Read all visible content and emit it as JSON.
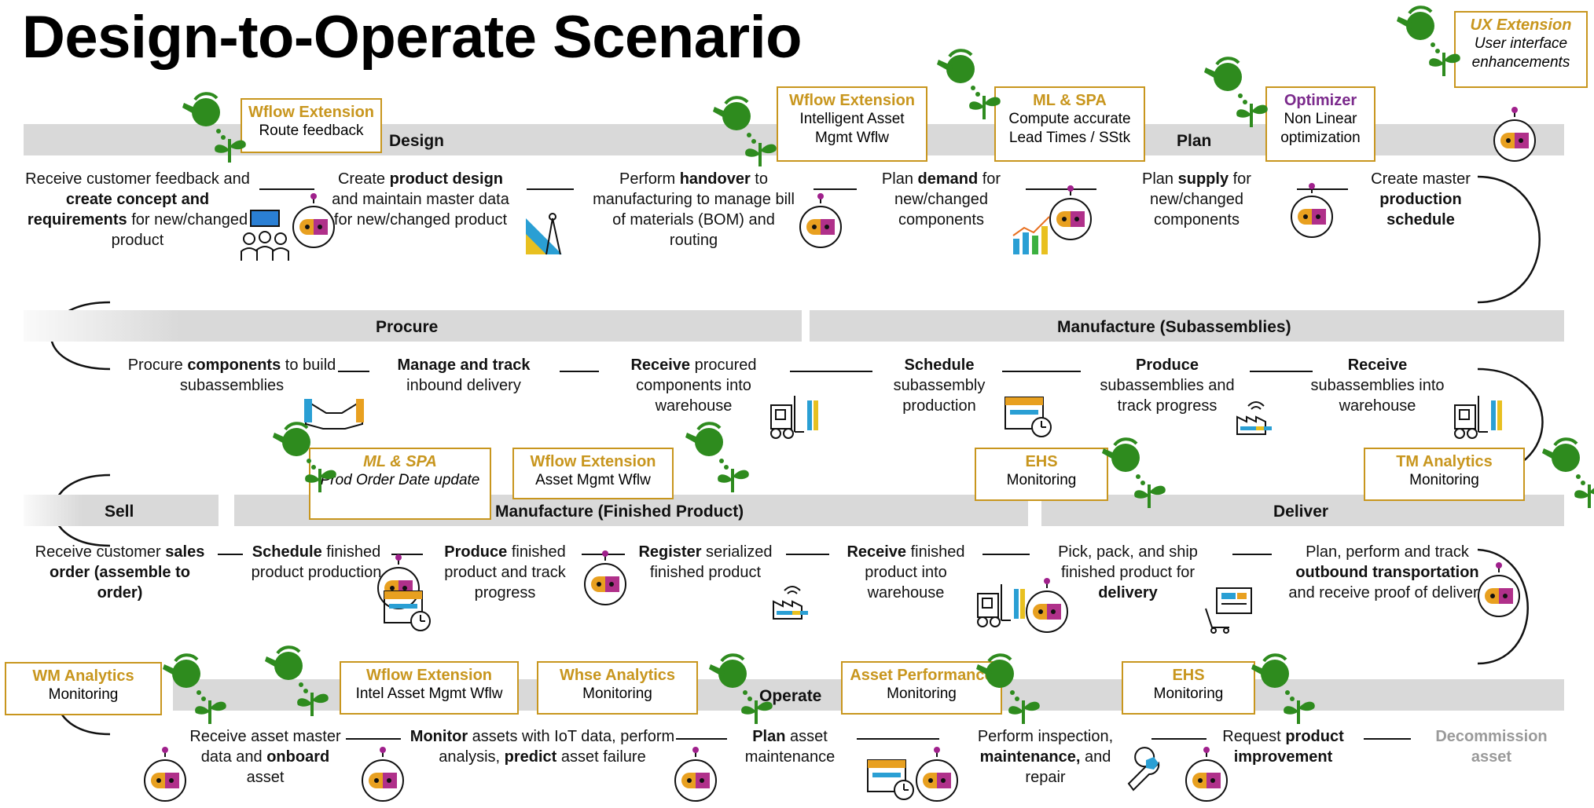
{
  "title": "Design-to-Operate Scenario",
  "bands": {
    "design": "Design",
    "plan": "Plan",
    "procure": "Procure",
    "manufacture_sub": "Manufacture (Subassemblies)",
    "sell": "Sell",
    "manufacture_fin": "Manufacture (Finished Product)",
    "deliver": "Deliver",
    "operate": "Operate"
  },
  "extensions": [
    {
      "head": "Wflow Extension",
      "desc": "Route  feedback"
    },
    {
      "head": "Wflow Extension",
      "desc": "Intelligent Asset Mgmt Wflw"
    },
    {
      "head": "ML & SPA",
      "desc": "Compute accurate Lead Times / SStk"
    },
    {
      "head": "Optimizer",
      "desc": "Non Linear optimization"
    },
    {
      "head": "UX Extension",
      "desc": "User interface enhancements"
    },
    {
      "head": "ML & SPA",
      "desc": "Prod Order Date update"
    },
    {
      "head": "Wflow Extension",
      "desc": "Asset Mgmt Wflw"
    },
    {
      "head": "EHS",
      "desc": "Monitoring"
    },
    {
      "head": "TM Analytics",
      "desc": "Monitoring"
    },
    {
      "head": "WM Analytics",
      "desc": "Monitoring"
    },
    {
      "head": "Wflow Extension",
      "desc": "Intel Asset Mgmt Wflw"
    },
    {
      "head": "Whse Analytics",
      "desc": "Monitoring"
    },
    {
      "head": "Asset Performance",
      "desc": "Monitoring"
    },
    {
      "head": "EHS",
      "desc": "Monitoring"
    }
  ],
  "steps": {
    "r1": [
      [
        "Receive customer feedback and ",
        "create concept and requirements",
        " for new/changed product"
      ],
      [
        "Create ",
        "product design",
        " and maintain master data for new/changed product"
      ],
      [
        "Perform ",
        "handover",
        " to manufacturing to manage bill of materials (BOM) and routing"
      ],
      [
        "Plan ",
        "demand",
        " for new/changed components"
      ],
      [
        "Plan ",
        "supply",
        " for new/changed components"
      ],
      [
        "Create master ",
        "production schedule",
        ""
      ]
    ],
    "r2": [
      [
        "Procure ",
        "components",
        " to build subassemblies"
      ],
      [
        "",
        "Manage and track",
        " inbound delivery"
      ],
      [
        "",
        "Receive",
        " procured components into warehouse"
      ],
      [
        "",
        "Schedule",
        " subassembly production"
      ],
      [
        "",
        "Produce",
        " subassemblies and track progress"
      ],
      [
        "",
        "Receive",
        " subassemblies into warehouse"
      ]
    ],
    "r3": [
      [
        "Receive customer ",
        "sales order (assemble to order)",
        ""
      ],
      [
        "",
        "Schedule",
        " finished product production"
      ],
      [
        "",
        "Produce",
        " finished product and track progress"
      ],
      [
        "",
        "Register",
        " serialized finished product"
      ],
      [
        "",
        "Receive",
        " finished product into warehouse"
      ],
      [
        "Pick, pack, and ship finished product for ",
        "delivery",
        ""
      ],
      [
        "Plan, perform and track ",
        "outbound transportation",
        " and receive proof of delivery"
      ]
    ],
    "r4": [
      [
        "Receive asset master data and ",
        "onboard",
        " asset"
      ],
      [
        "",
        "Monitor",
        " assets with IoT data, perform analysis, "
      ],
      [
        "",
        "Plan",
        " asset maintenance"
      ],
      [
        "Perform inspection, ",
        "maintenance,",
        " and repair"
      ],
      [
        "Request ",
        "product improvement",
        ""
      ],
      [
        "Decommission asset",
        "",
        ""
      ]
    ],
    "monitor_tail_bold": "predict",
    "monitor_tail": " asset failure"
  },
  "colors": {
    "band": "#d9d9d9",
    "ext_border": "#c8961e",
    "ext_head": "#c8961e",
    "optimizer_head": "#7b2a8c",
    "plant": "#2e8b1e",
    "grey_text": "#9a9a9a"
  },
  "icons": [
    "watering-can-plant-icon",
    "robot-bot-icon",
    "people-meeting-icon",
    "design-tools-icon",
    "bar-chart-icon",
    "handshake-icon",
    "forklift-icon",
    "calendar-clock-icon",
    "factory-signal-icon",
    "delivery-cart-icon",
    "wrench-hex-icon"
  ]
}
